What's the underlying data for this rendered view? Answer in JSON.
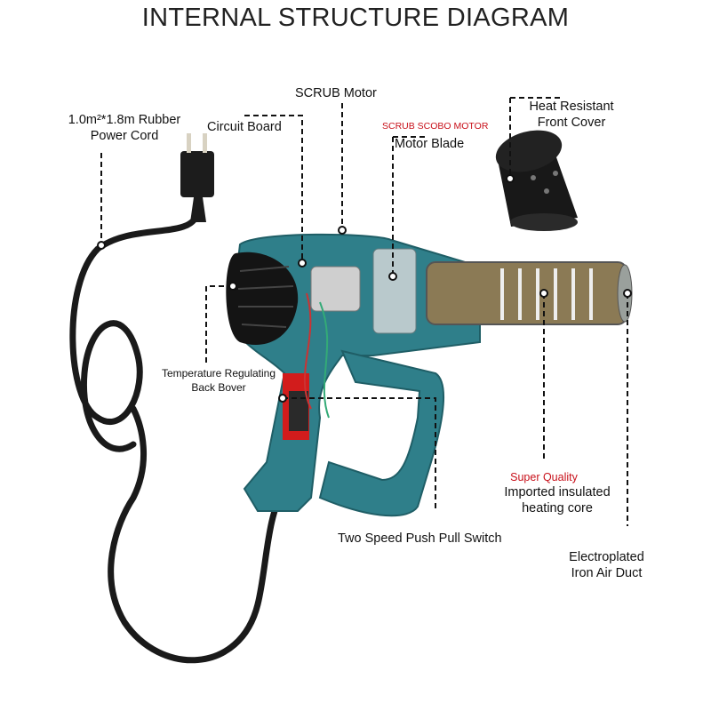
{
  "title": "INTERNAL STRUCTURE DIAGRAM",
  "labels": {
    "power_cord_1": "1.0m²*1.8m Rubber",
    "power_cord_2": "Power Cord",
    "circuit_board": "Circuit Board",
    "scrub_motor": "SCRUB Motor",
    "scrub_scobo_motor": "SCRUB SCOBO MOTOR",
    "motor_blade": "Motor Blade",
    "front_cover_1": "Heat Resistant",
    "front_cover_2": "Front Cover",
    "back_cover_1": "Temperature Regulating",
    "back_cover_2": "Back Bover",
    "switch": "Two Speed Push Pull Switch",
    "super_quality": "Super Quality",
    "heating_core_1": "Imported insulated",
    "heating_core_2": "heating core",
    "air_duct_1": "Electroplated",
    "air_duct_2": "Iron Air Duct"
  },
  "colors": {
    "housing": "#2f7f8a",
    "accent_red": "#c8101a"
  }
}
